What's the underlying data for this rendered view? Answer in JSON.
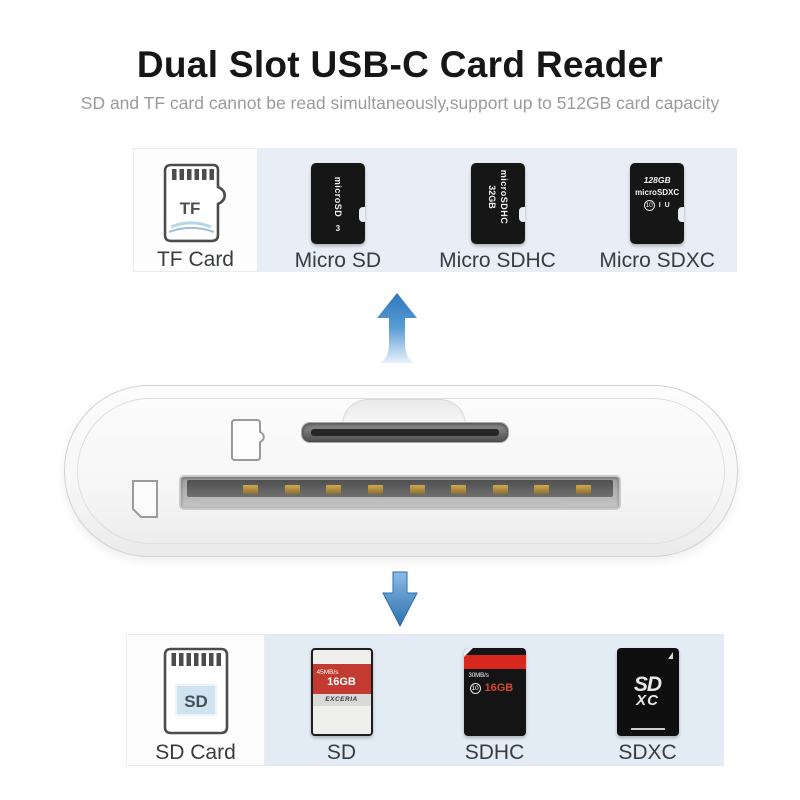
{
  "colors": {
    "accent_blue": "#3b82c4",
    "panel_blue_top": "#e8eef5",
    "panel_blue_bottom": "#e3ecf4",
    "title_text": "#161616",
    "subtitle_text": "#9b9b9b",
    "label_text": "#383c3f",
    "card_black": "#161616",
    "sd_red": "#c23a30"
  },
  "header": {
    "title": "Dual Slot USB-C Card Reader",
    "subtitle": "SD and TF card cannot be read simultaneously,support up to 512GB card capacity"
  },
  "top_row": {
    "slot_card": {
      "icon_text": "TF",
      "label": "TF Card"
    },
    "cards": [
      {
        "label": "Micro SD",
        "logo": "microSD",
        "mark": "3"
      },
      {
        "label": "Micro SDHC",
        "logo": "microSDHC",
        "capacity": "32GB"
      },
      {
        "label": "Micro SDXC",
        "capacity": "128GB",
        "logo": "microSDXC",
        "class_mark": "10",
        "uhs_mark": "I U"
      }
    ]
  },
  "device": {
    "micro_slot_icon": "micro-sd-outline",
    "sd_slot_icon": "sd-card-outline"
  },
  "bottom_row": {
    "slot_card": {
      "icon_text": "SD",
      "label": "SD Card"
    },
    "cards": [
      {
        "label": "SD",
        "speed": "45MB/s",
        "capacity": "16GB",
        "brand": "EXCERIA"
      },
      {
        "label": "SDHC",
        "speed": "30MB/s",
        "capacity": "16GB",
        "class_mark": "10"
      },
      {
        "label": "SDXC",
        "logo_top": "SD",
        "logo_bottom": "XC"
      }
    ]
  }
}
